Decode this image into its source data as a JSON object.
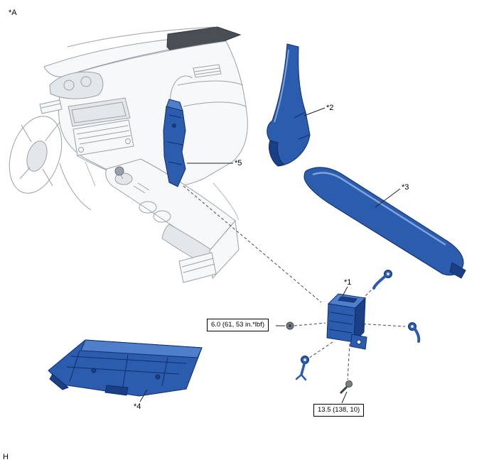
{
  "figure": {
    "view_label": "*A",
    "footer_label": "H"
  },
  "callouts": {
    "part1": "*1",
    "part2": "*2",
    "part3": "*3",
    "part4": "*4",
    "part5": "*5"
  },
  "torque_specs": {
    "ecu_bolt": "6.0 (61, 53 in.*lbf)",
    "floor_bolt": "13.5 (138, 10)"
  },
  "colors": {
    "highlighted_part_fill": "#2b5cad",
    "highlighted_part_outline": "#0f2f6e",
    "highlighted_part_light": "#4f7fca",
    "highlighted_part_dark": "#1a3f85",
    "line_art_stroke": "#9aa1a8",
    "dark_dash_panel": "#4a4f55",
    "background": "#ffffff"
  },
  "icons": {
    "bolt": "bolt-icon",
    "screw": "screw-icon"
  }
}
